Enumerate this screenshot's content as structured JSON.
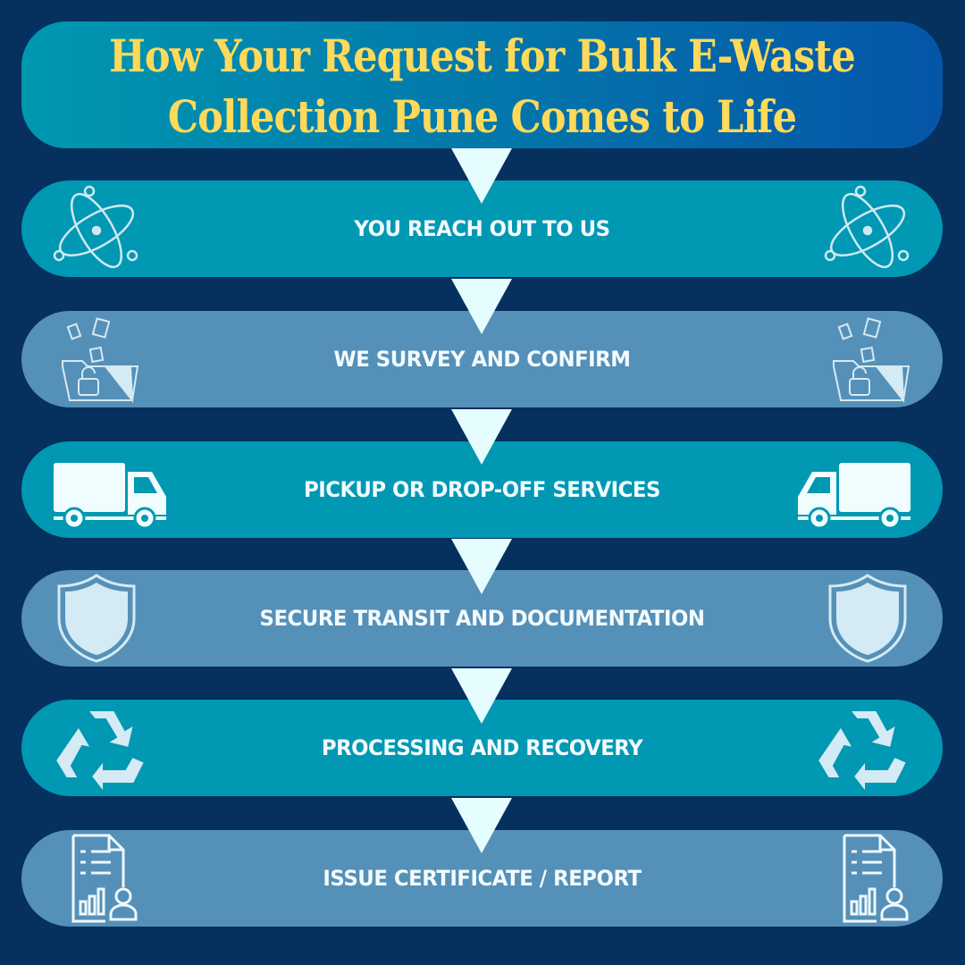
{
  "title": {
    "line1": "How Your Request for Bulk E-Waste",
    "line2": "Collection Pune Comes to Life"
  },
  "steps": [
    {
      "label": "YOU REACH OUT TO US",
      "icon": "atom-icon"
    },
    {
      "label": "WE SURVEY AND CONFIRM",
      "icon": "folder-lock-icon"
    },
    {
      "label": "PICKUP OR DROP-OFF SERVICES",
      "icon": "truck-icon"
    },
    {
      "label": "SECURE TRANSIT AND DOCUMENTATION",
      "icon": "shield-icon"
    },
    {
      "label": "PROCESSING AND RECOVERY",
      "icon": "recycle-icon"
    },
    {
      "label": "ISSUE CERTIFICATE / REPORT",
      "icon": "report-icon"
    }
  ],
  "colors": {
    "background": "#06305e",
    "teal": "#0098b3",
    "steel": "#5590b8",
    "title_text": "#ffd95a",
    "arrow": "#e6fdff"
  }
}
